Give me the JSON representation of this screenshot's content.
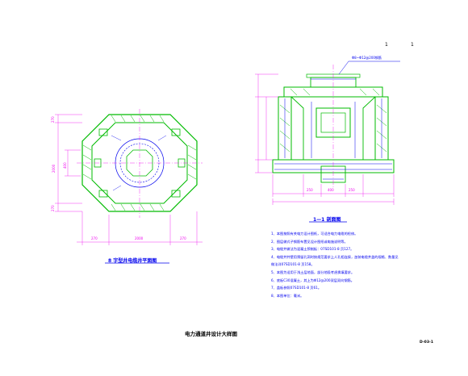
{
  "drawing": {
    "title": "电力通道井设计大样图",
    "drawing_no": "D-03-1",
    "corner_marks": [
      "1",
      "1"
    ],
    "plan_view": {
      "caption": "8 字型井电缆井平面图",
      "dims_bottom": [
        "270",
        "2000",
        "270"
      ],
      "dims_left": [
        "270",
        "2000",
        "270"
      ],
      "dim_inner": "400"
    },
    "section_view": {
      "caption": "1—1 剖面图",
      "leader": "Φ8~Φ12@200钢筋",
      "dims_bottom": [
        "250",
        "400",
        "250"
      ]
    },
    "notes": [
      "1、本图按照有关电力设计图纸，可适合电力电缆的检修。",
      "2、图层做式子钢筋布置见设计图纸或电施说明等。",
      "3、电缆井做法为混凝土预制板：07SD101-8 页127。",
      "4、电缆井井壁用预留孔洞时按规范要求上人孔相连接，加装电缆井盖的规格、数量见",
      "   做法详07SD101-8 页158。",
      "5、本图为适用于浅土层地面，部分地段考虑换填要求。",
      "6、底板C30混凝土，其上为Φ12@200双层双向钢筋。",
      "7、盖板参照07SD101-8 页61。",
      "8、本图单位：毫米。"
    ]
  },
  "colors": {
    "line": "#0000ee",
    "struct": "#00bb00",
    "dim": "#ee00ee",
    "sheet": "#ffffff"
  }
}
